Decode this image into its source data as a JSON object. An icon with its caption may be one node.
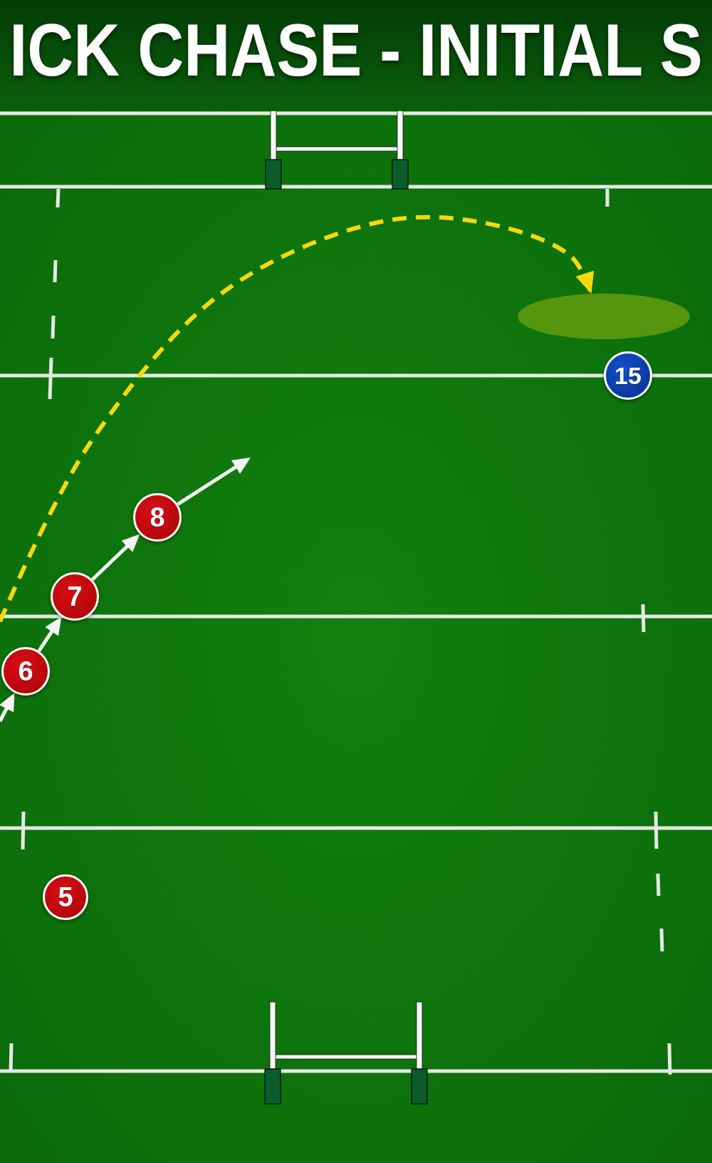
{
  "diagram": {
    "title": "ICK CHASE - INITIAL S",
    "nodes": [
      {
        "text": [],
        "shape": "ellipse"
      },
      {
        "text": [
          "15"
        ]
      },
      {
        "text": [
          "8"
        ]
      },
      {
        "text": [
          "7"
        ]
      },
      {
        "text": [
          "6"
        ]
      },
      {
        "text": [
          "5"
        ]
      }
    ],
    "edges": [
      {
        "from": null,
        "to": 0,
        "arrow": "to",
        "style": "dashed",
        "color": "#f5d90a"
      },
      {
        "from": 4,
        "to": 3,
        "arrow": "to"
      },
      {
        "from": 3,
        "to": 2,
        "arrow": "to"
      },
      {
        "from": 2,
        "to": null,
        "arrow": "to"
      },
      {
        "from": null,
        "to": 4,
        "arrow": "to"
      }
    ]
  }
}
